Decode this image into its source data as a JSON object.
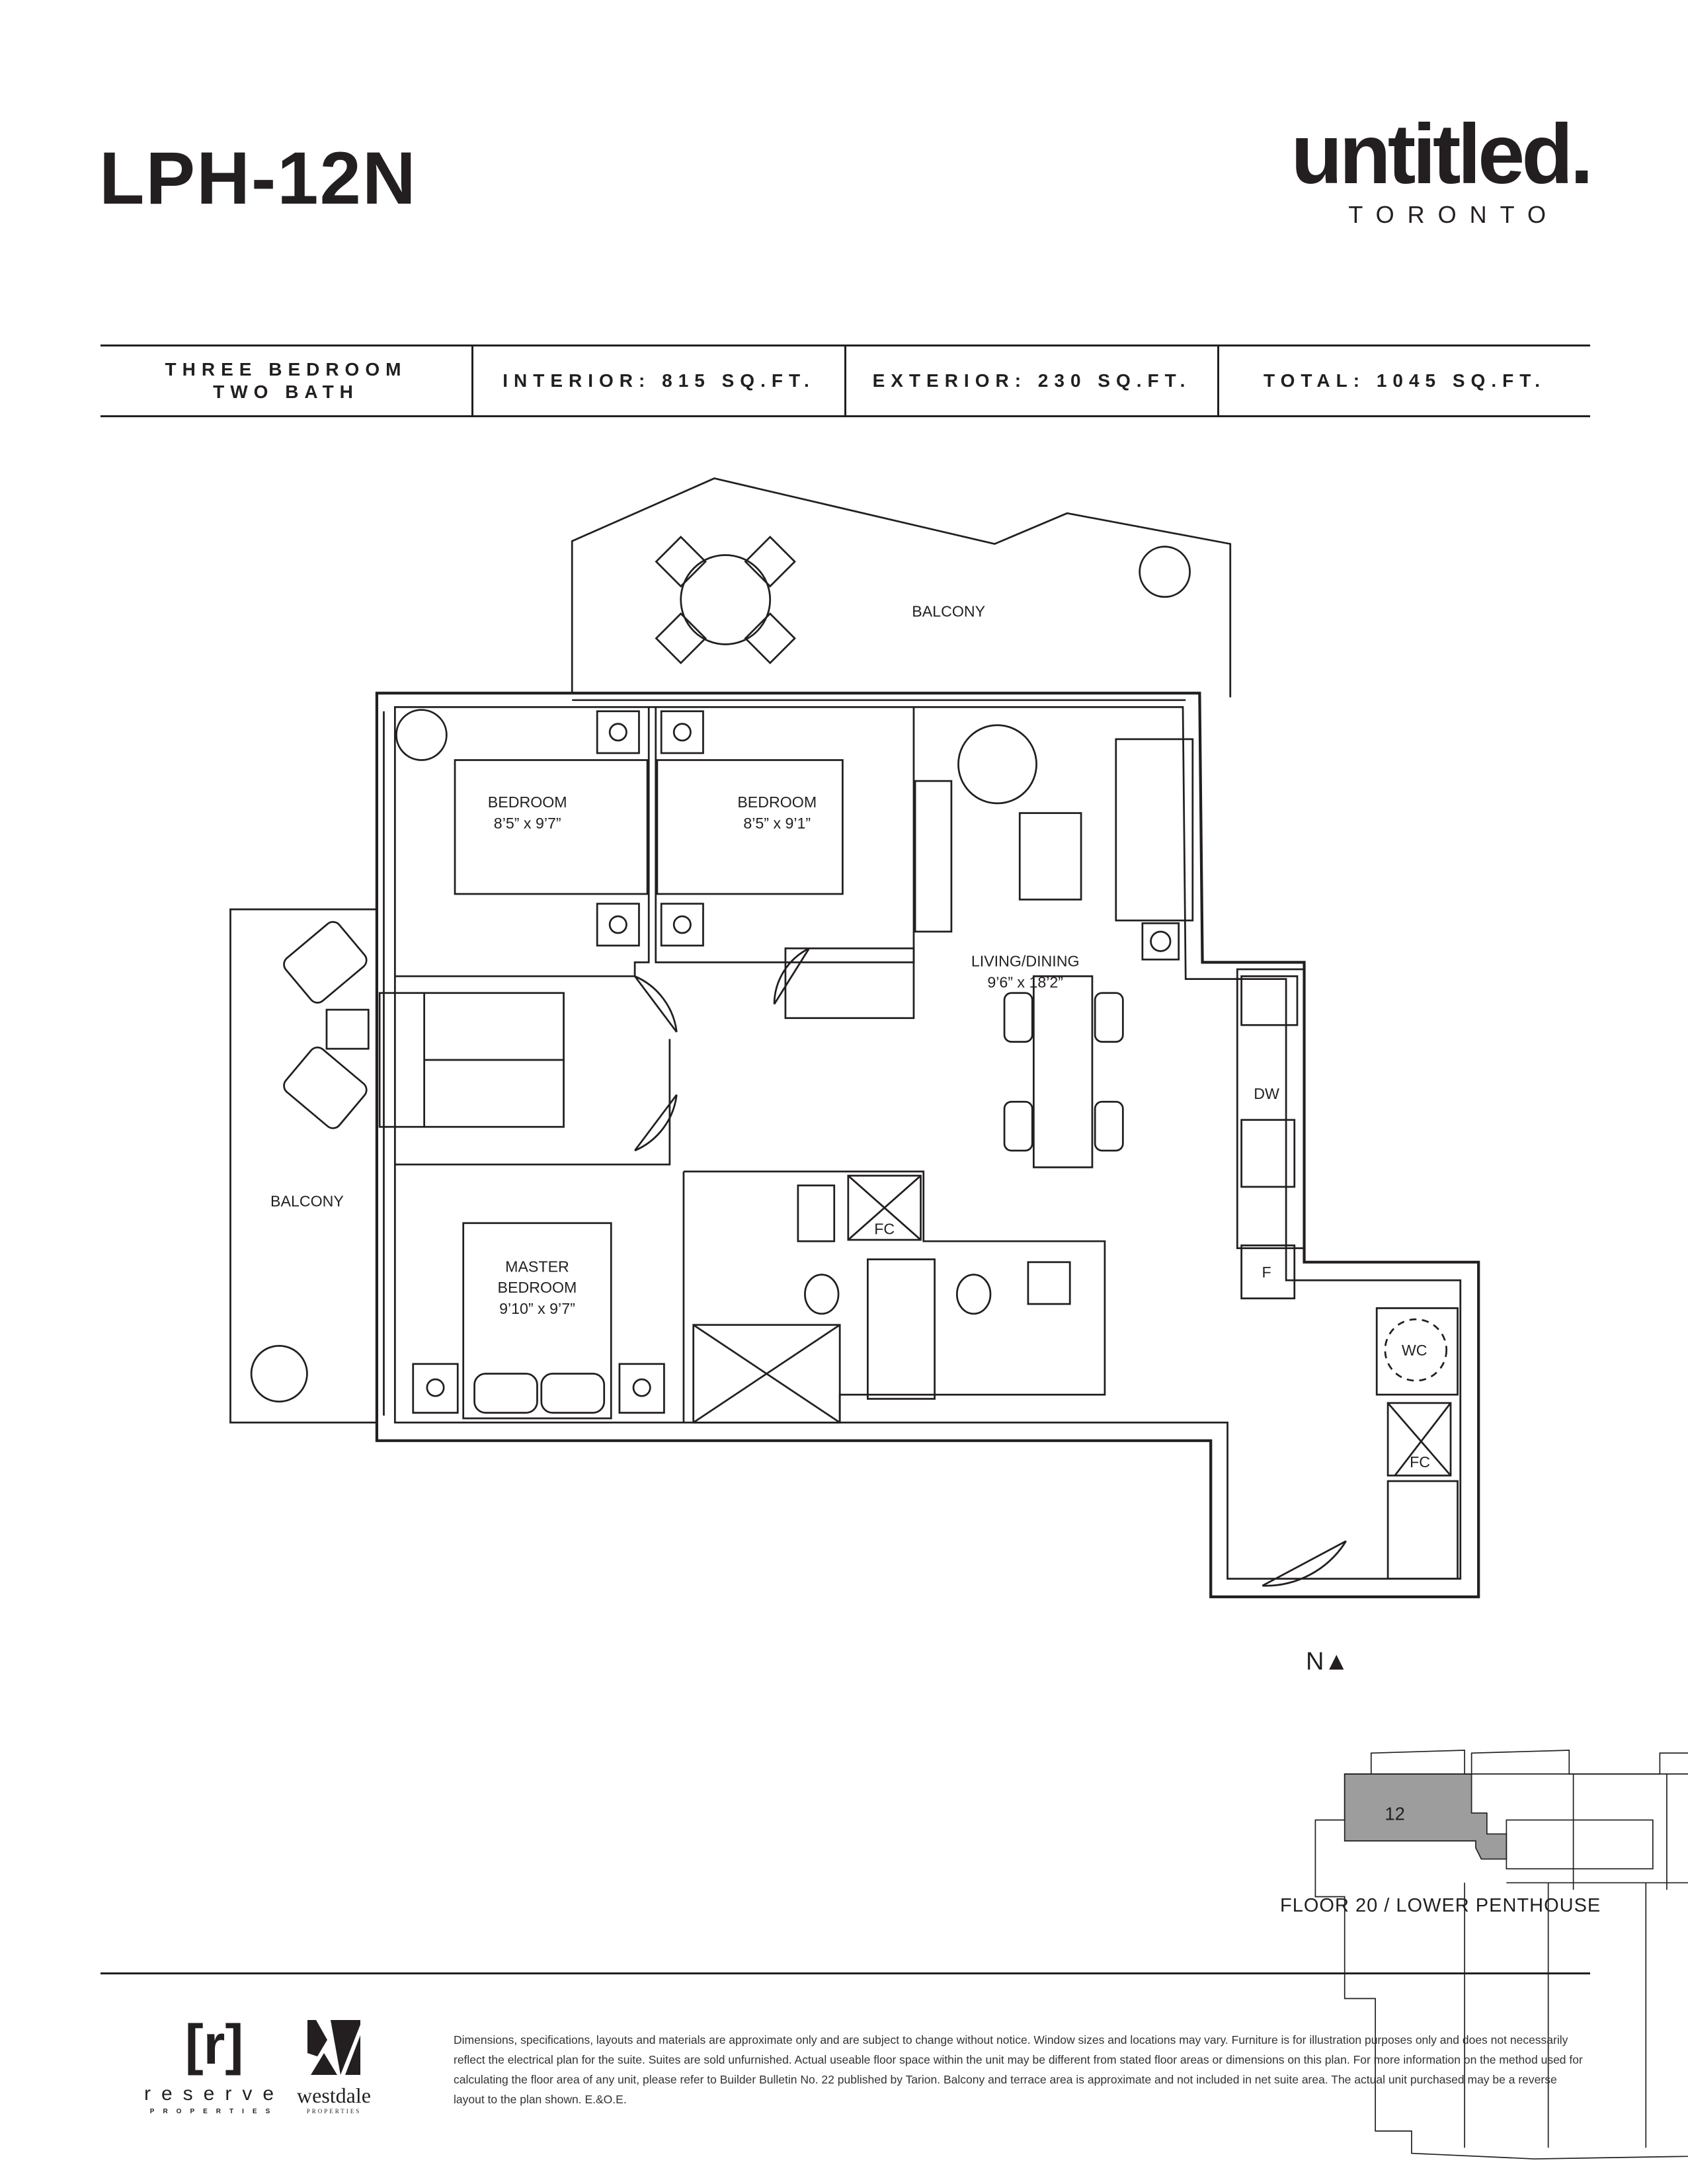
{
  "header": {
    "unit_name": "LPH-12N",
    "brand": {
      "name": "untitled.",
      "city": "TORONTO"
    }
  },
  "specs": {
    "type_line1": "THREE BEDROOM",
    "type_line2": "TWO BATH",
    "interior": "INTERIOR: 815 SQ.FT.",
    "exterior": "EXTERIOR: 230 SQ.FT.",
    "total": "TOTAL: 1045 SQ.FT."
  },
  "plan": {
    "balcony_north": "BALCONY",
    "balcony_west": "BALCONY",
    "bedroom1": {
      "name": "BEDROOM",
      "size": "8’5” x 9’7”"
    },
    "bedroom2": {
      "name": "BEDROOM",
      "size": "8’5” x 9’1”"
    },
    "living": {
      "name": "LIVING/DINING",
      "size": "9’6” x 18’2”"
    },
    "master": {
      "name1": "MASTER",
      "name2": "BEDROOM",
      "size": "9’10” x 9’7”"
    },
    "labels": {
      "fc1": "FC",
      "fc2": "FC",
      "dw": "DW",
      "fridge": "F",
      "wc": "WC"
    }
  },
  "keyplan": {
    "north": "N▲",
    "unit_number": "12",
    "floor": "FLOOR 20 / LOWER PENTHOUSE",
    "highlight_color": "#9d9d9d"
  },
  "footer": {
    "reserve": {
      "mark": "[r]",
      "name": "reserve",
      "sub": "PROPERTIES"
    },
    "westdale": {
      "name": "westdale",
      "sub": "PROPERTIES"
    },
    "disclaimer": "Dimensions, specifications, layouts and materials are approximate only and are subject to change without notice. Window sizes and locations may vary. Furniture is for illustration purposes only and does not necessarily reflect the electrical plan for the suite. Suites are sold unfurnished. Actual useable floor space within the unit may be different from stated floor areas or dimensions on this plan.  For more information on the method used for calculating the floor area of any unit, please refer to Builder Bulletin No. 22 published by Tarion. Balcony and terrace area is approximate and not included in net suite area. The actual unit purchased may be a reverse layout to the plan shown. E.&O.E."
  }
}
